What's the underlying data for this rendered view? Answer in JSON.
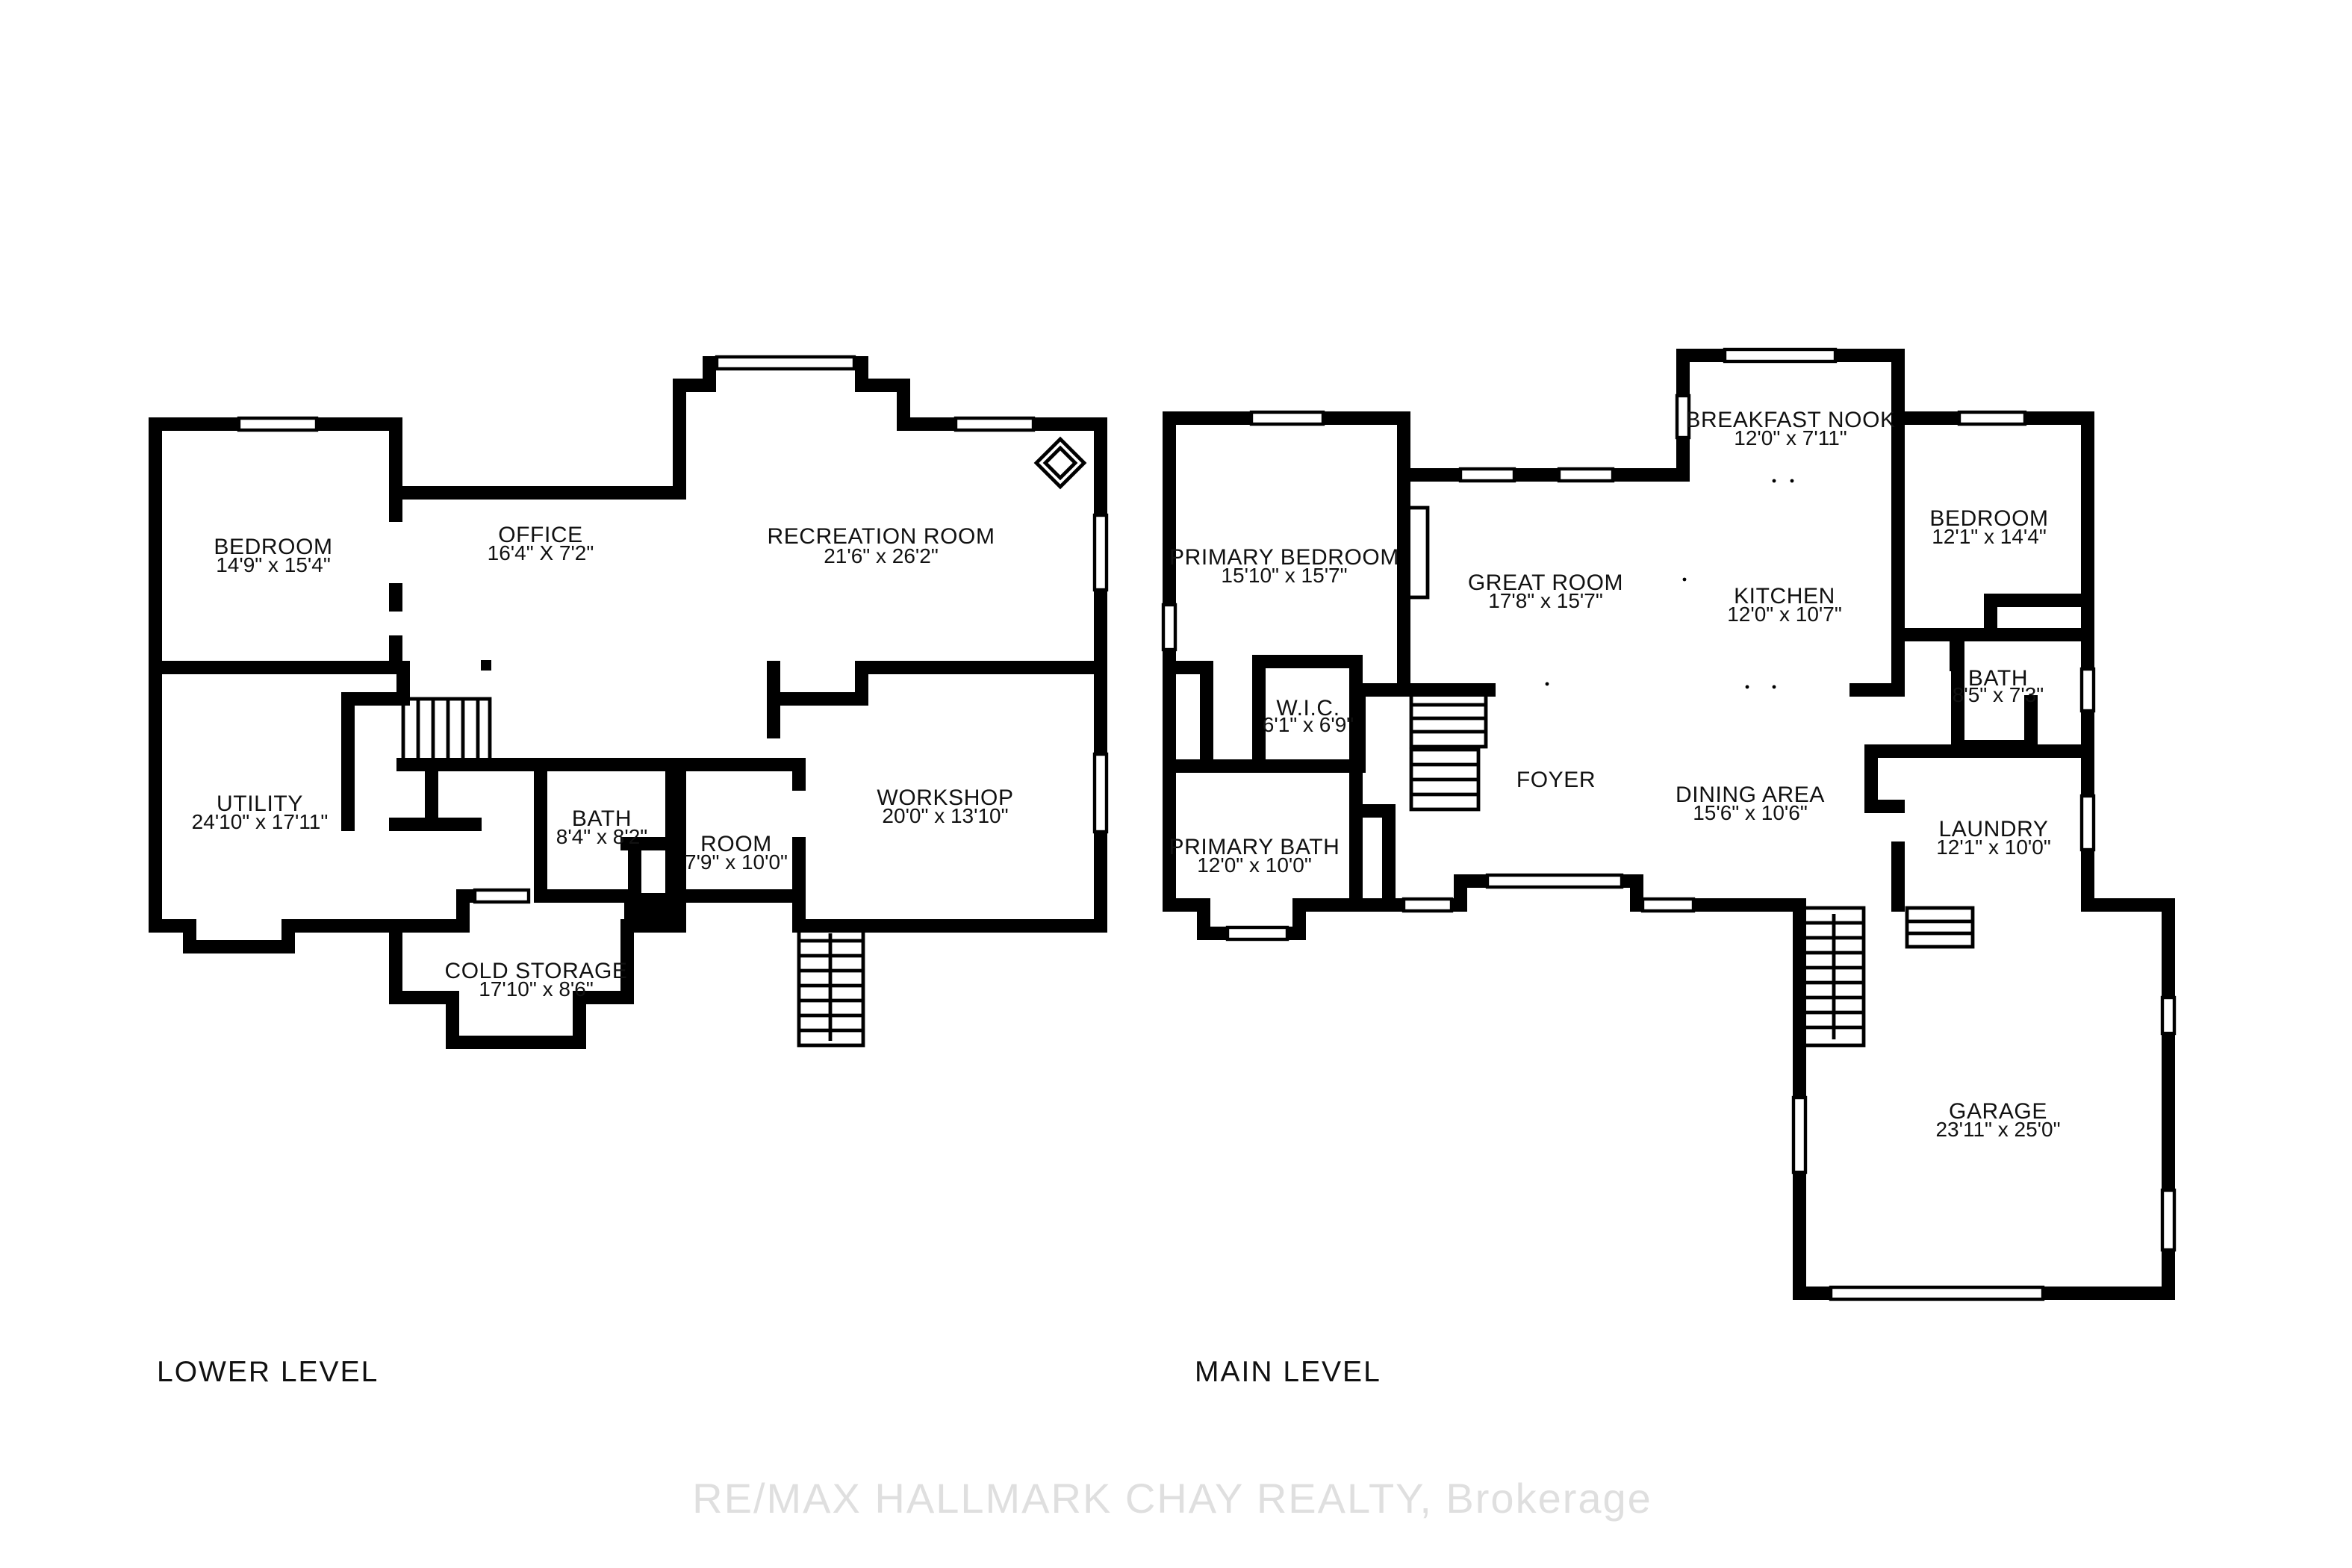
{
  "levels": {
    "lower": {
      "label": "LOWER LEVEL"
    },
    "main": {
      "label": "MAIN LEVEL"
    }
  },
  "rooms": {
    "lower_bedroom": {
      "name": "BEDROOM",
      "size": "14'9\" x 15'4\""
    },
    "office": {
      "name": "OFFICE",
      "size": "16'4\" X 7'2\""
    },
    "recreation_room": {
      "name": "RECREATION ROOM",
      "size": "21'6\" x 26'2\""
    },
    "utility": {
      "name": "UTILITY",
      "size": "24'10\" x 17'11\""
    },
    "lower_bath": {
      "name": "BATH",
      "size": "8'4\" x 8'2\""
    },
    "room": {
      "name": "ROOM",
      "size": "7'9\" x 10'0\""
    },
    "workshop": {
      "name": "WORKSHOP",
      "size": "20'0\" x 13'10\""
    },
    "cold_storage": {
      "name": "COLD STORAGE",
      "size": "17'10\" x 8'6\""
    },
    "primary_bedroom": {
      "name": "PRIMARY BEDROOM",
      "size": "15'10\" x 15'7\""
    },
    "wic": {
      "name": "W.I.C.",
      "size": "6'1\" x 6'9\""
    },
    "primary_bath": {
      "name": "PRIMARY BATH",
      "size": "12'0\" x 10'0\""
    },
    "great_room": {
      "name": "GREAT ROOM",
      "size": "17'8\" x 15'7\""
    },
    "foyer": {
      "name": "FOYER"
    },
    "breakfast_nook": {
      "name": "BREAKFAST NOOK",
      "size": "12'0\" x 7'11\""
    },
    "kitchen": {
      "name": "KITCHEN",
      "size": "12'0\" x 10'7\""
    },
    "dining_area": {
      "name": "DINING AREA",
      "size": "15'6\" x 10'6\""
    },
    "main_bedroom": {
      "name": "BEDROOM",
      "size": "12'1\" x 14'4\""
    },
    "main_bath": {
      "name": "BATH",
      "size": "8'5\" x 7'3\""
    },
    "laundry": {
      "name": "LAUNDRY",
      "size": "12'1\" x 10'0\""
    },
    "garage": {
      "name": "GARAGE",
      "size": "23'11\" x 25'0\""
    }
  },
  "watermark": "RE/MAX HALLMARK CHAY REALTY, Brokerage",
  "colors": {
    "wall": "#000000",
    "background": "#ffffff",
    "watermark": "#d9d9d9"
  }
}
